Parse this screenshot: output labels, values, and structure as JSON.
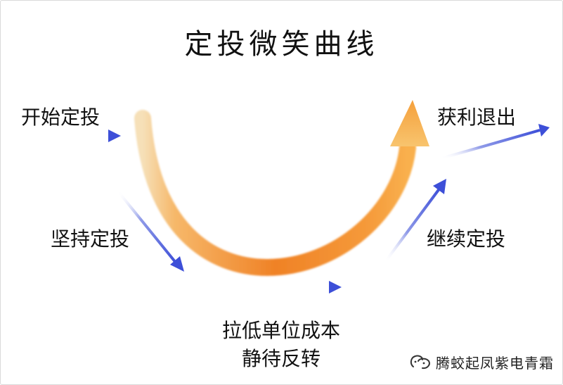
{
  "diagram": {
    "title": "定投微笑曲线",
    "labels": {
      "start": "开始定投",
      "persist": "坚持定投",
      "lower_cost_line1": "拉低单位成本",
      "lower_cost_line2": "静待反转",
      "continue": "继续定投",
      "exit": "获利退出"
    },
    "colors": {
      "curve_start": "#f7c27a",
      "curve_mid": "#f28a2e",
      "curve_end": "#f9a54a",
      "arrow_blue": "#3d4fd8"
    }
  },
  "watermark": {
    "icon": "wechat-official-account-icon",
    "text": "腾蛟起凤紫电青霜"
  }
}
